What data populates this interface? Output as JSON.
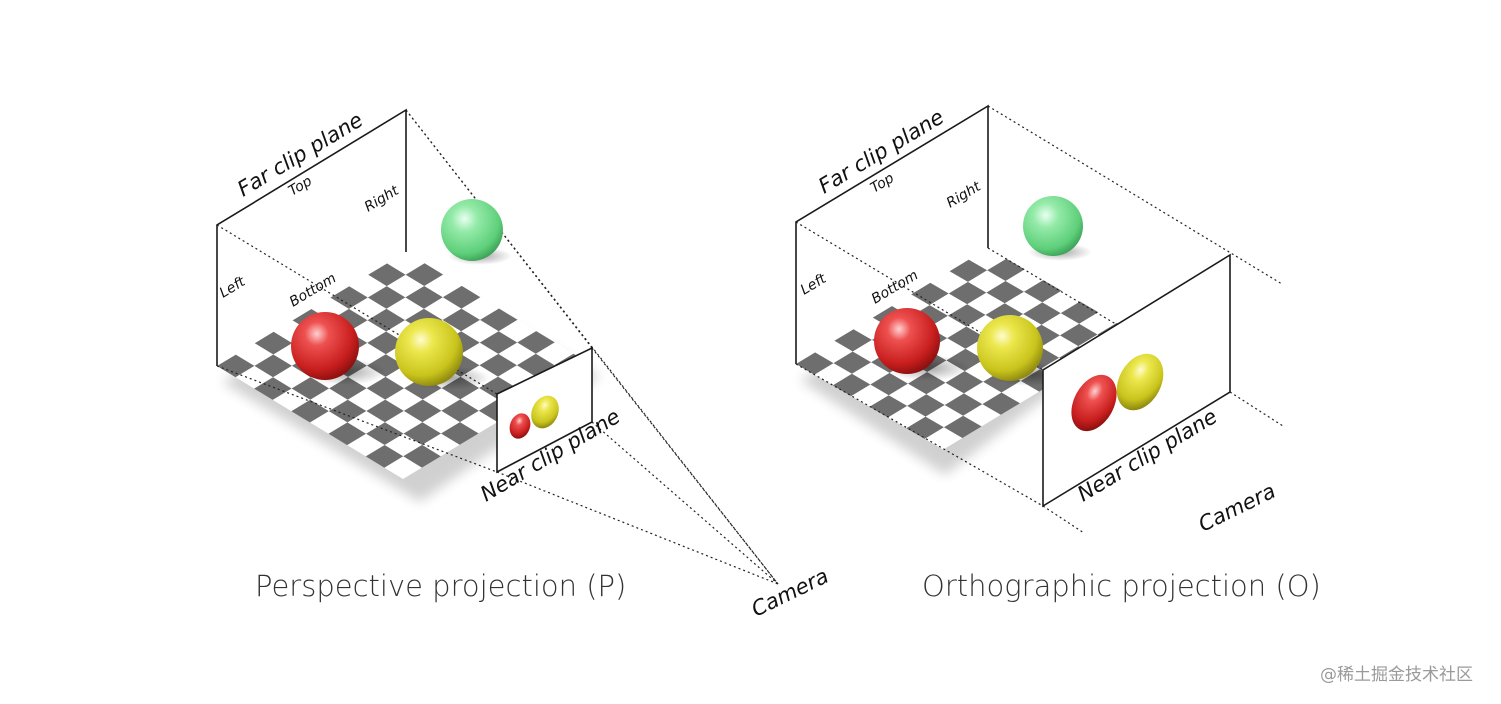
{
  "perspective": {
    "far_label": "Far clip plane",
    "top_label": "Top",
    "right_label": "Right",
    "left_label": "Left",
    "bottom_label": "Bottom",
    "near_label": "Near clip plane",
    "camera_label": "Camera",
    "caption": "Perspective projection (P)"
  },
  "orthographic": {
    "far_label": "Far clip plane",
    "top_label": "Top",
    "right_label": "Right",
    "left_label": "Left",
    "bottom_label": "Bottom",
    "near_label": "Near clip plane",
    "camera_label": "Camera",
    "caption": "Orthographic projection (O)"
  },
  "watermark": "@稀土掘金技术社区",
  "colors": {
    "red_sphere": "#d42a2a",
    "yellow_sphere": "#d6d126",
    "green_sphere": "#6fdd8a",
    "checker_dark": "#6e6e6e",
    "checker_light": "#ffffff"
  }
}
